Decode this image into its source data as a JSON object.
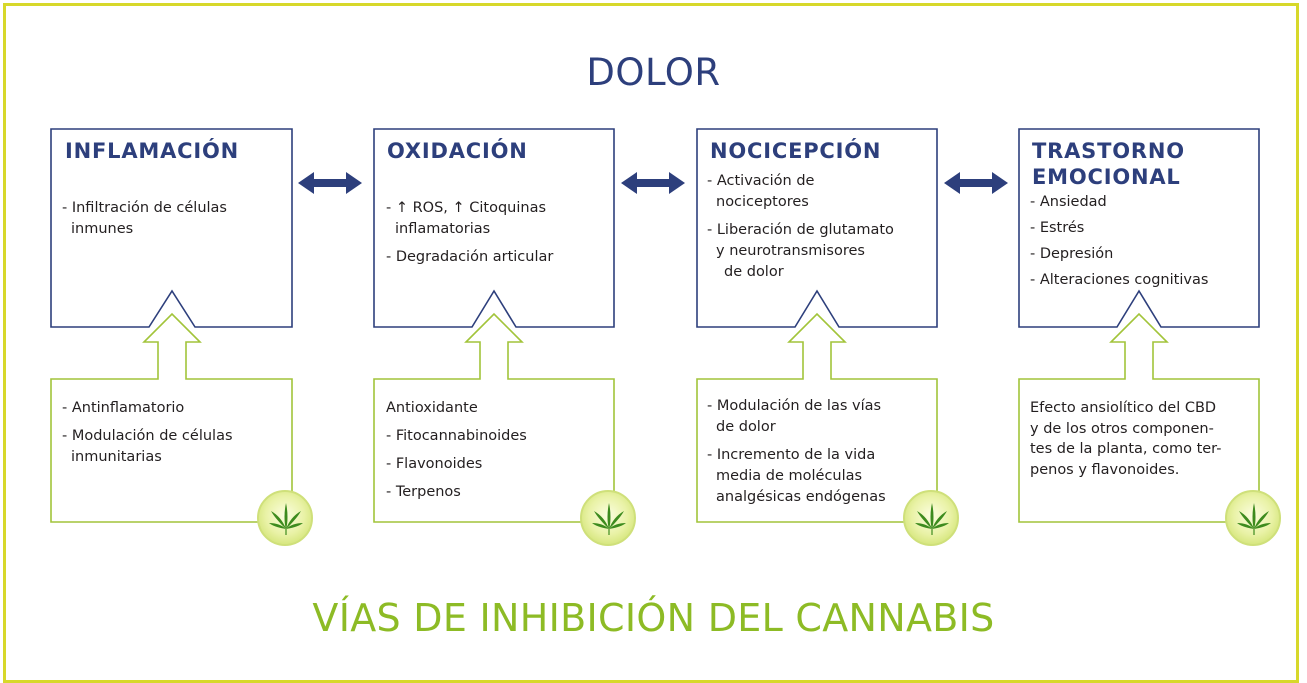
{
  "header": {
    "title": "DOLOR"
  },
  "footer": {
    "title": "VÍAS DE INHIBICIÓN DEL CANNABIS"
  },
  "colors": {
    "primary": "#2d3f7c",
    "green": "#8dbb25",
    "frame": "#d7d82a"
  },
  "icons": {
    "badge": "cannabis-leaf-icon",
    "connector": "double-arrow-icon"
  },
  "columns": [
    {
      "title_lines": [
        "INFLAMACIÓN"
      ],
      "effects": [
        {
          "lines": [
            "- Infiltración de células",
            "inmunes"
          ]
        }
      ],
      "cannabis": [
        {
          "lines": [
            "- Antinflamatorio"
          ]
        },
        {
          "lines": [
            "- Modulación de células",
            "inmunitarias"
          ]
        }
      ]
    },
    {
      "title_lines": [
        "OXIDACIÓN"
      ],
      "effects": [
        {
          "lines": [
            "- ↑ ROS, ↑ Citoquinas",
            "inflamatorias"
          ]
        },
        {
          "lines": [
            "- Degradación articular"
          ]
        }
      ],
      "cannabis": [
        {
          "lines": [
            "Antioxidante"
          ]
        },
        {
          "lines": [
            "- Fitocannabinoides"
          ]
        },
        {
          "lines": [
            "- Flavonoides"
          ]
        },
        {
          "lines": [
            "- Terpenos"
          ]
        }
      ]
    },
    {
      "title_lines": [
        "NOCICEPCIÓN"
      ],
      "effects": [
        {
          "lines": [
            "- Activación de",
            "nociceptores"
          ]
        },
        {
          "lines": [
            "- Liberación de glutamato",
            "y neurotransmisores",
            "de dolor"
          ]
        }
      ],
      "cannabis": [
        {
          "lines": [
            "- Modulación de las vías",
            "de dolor"
          ]
        },
        {
          "lines": [
            "- Incremento de la vida",
            "media de moléculas",
            "analgésicas endógenas"
          ]
        }
      ]
    },
    {
      "title_lines": [
        "TRASTORNO",
        "EMOCIONAL"
      ],
      "effects": [
        {
          "lines": [
            "- Ansiedad"
          ]
        },
        {
          "lines": [
            "- Estrés"
          ]
        },
        {
          "lines": [
            "- Depresión"
          ]
        },
        {
          "lines": [
            "- Alteraciones cognitivas"
          ]
        }
      ],
      "cannabis": [
        {
          "lines": [
            "Efecto ansiolítico del CBD",
            "y de los otros componen-",
            "tes de la planta, como ter-",
            "penos y flavonoides."
          ]
        }
      ]
    }
  ]
}
